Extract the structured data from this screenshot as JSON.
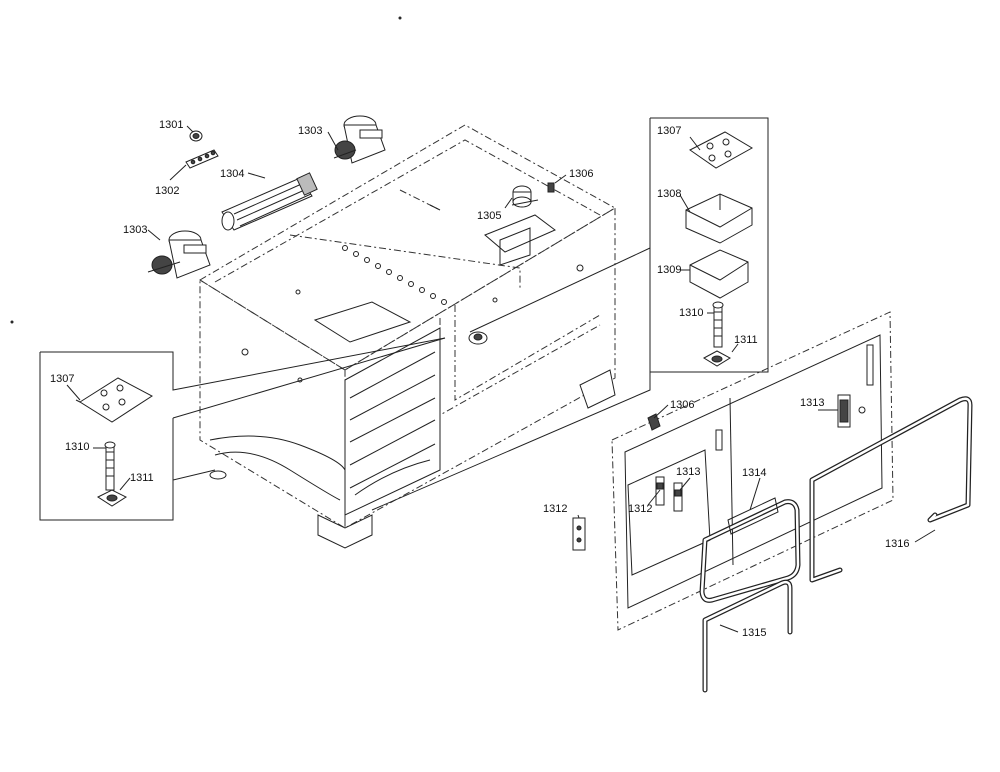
{
  "diagram": {
    "callouts": {
      "c1301": "1301",
      "c1302": "1302",
      "c1303a": "1303",
      "c1303b": "1303",
      "c1304": "1304",
      "c1305": "1305",
      "c1306a": "1306",
      "c1306b": "1306",
      "c1307a": "1307",
      "c1307b": "1307",
      "c1308": "1308",
      "c1309": "1309",
      "c1310a": "1310",
      "c1310b": "1310",
      "c1311a": "1311",
      "c1311b": "1311",
      "c1312a": "1312",
      "c1312b": "1312",
      "c1313a": "1313",
      "c1313b": "1313",
      "c1314": "1314",
      "c1315": "1315",
      "c1316": "1316"
    }
  }
}
